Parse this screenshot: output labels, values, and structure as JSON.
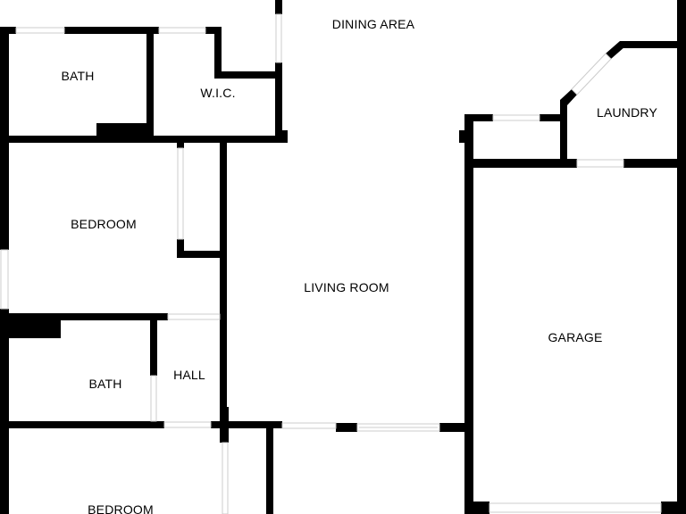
{
  "floorplan": {
    "colors": {
      "wall": "#000000",
      "background": "#ffffff",
      "opening": "#cccccc"
    },
    "rooms": {
      "dining_area": "DINING AREA",
      "bath_upper": "BATH",
      "wic": "W.I.C.",
      "laundry": "LAUNDRY",
      "bedroom_upper": "BEDROOM",
      "living_room": "LIVING ROOM",
      "garage": "GARAGE",
      "bath_lower": "BATH",
      "hall": "HALL",
      "bedroom_lower": "BEDROOM"
    }
  }
}
